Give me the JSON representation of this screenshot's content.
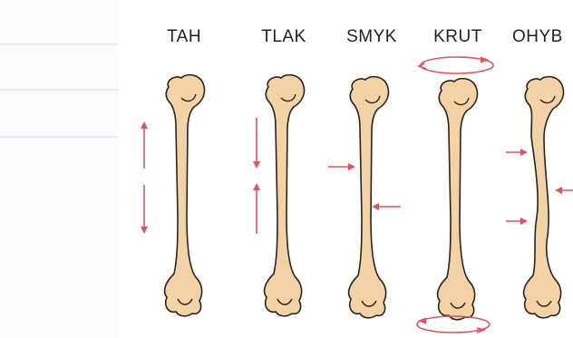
{
  "diagram": {
    "labels": {
      "tah": "TAH",
      "tlak": "TLAK",
      "smyk": "SMYK",
      "krut": "KRUT",
      "ohyb": "OHYB"
    }
  },
  "colors": {
    "bone_fill": "#f3d2a6",
    "bone_stroke": "#2a241e",
    "arrow": "#e5525c",
    "label": "#222222"
  }
}
